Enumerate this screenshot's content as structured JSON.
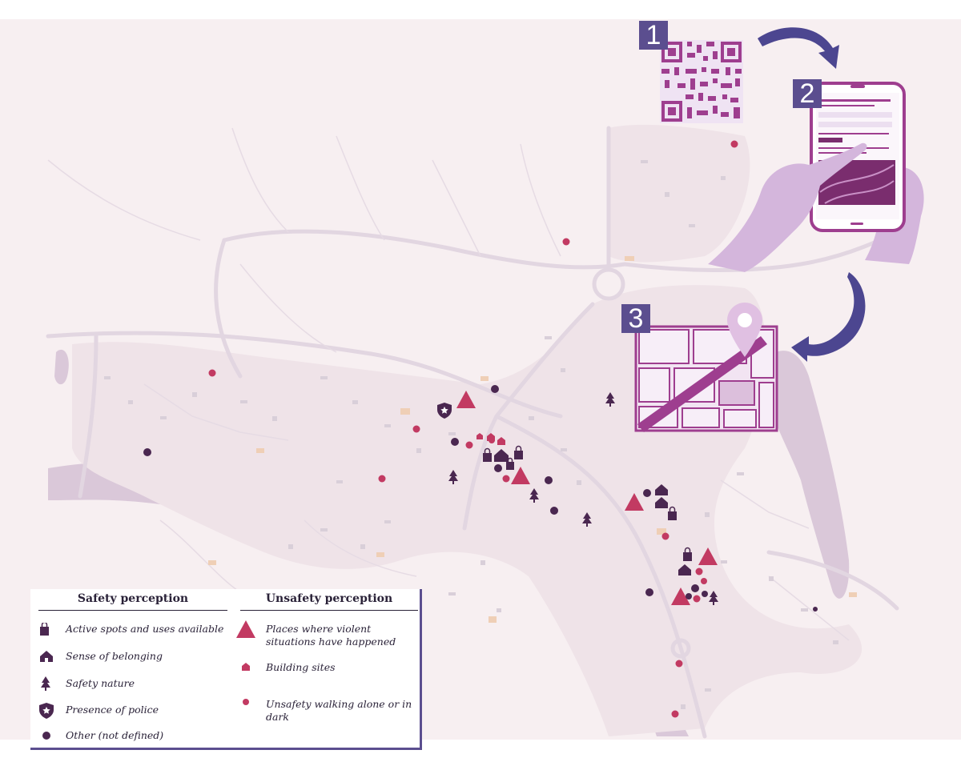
{
  "steps": [
    "1",
    "2",
    "3"
  ],
  "legend": {
    "safety_heading": "Safety perception",
    "unsafety_heading": "Unsafety perception",
    "safety_items": [
      {
        "icon": "shopping-bag-icon",
        "label": "Active spots and uses available"
      },
      {
        "icon": "house-icon",
        "label": "Sense of belonging"
      },
      {
        "icon": "tree-icon",
        "label": "Safety nature"
      },
      {
        "icon": "police-badge-icon",
        "label": "Presence of police"
      },
      {
        "icon": "dot-icon",
        "label": "Other (not defined)"
      }
    ],
    "unsafety_items": [
      {
        "icon": "triangle-icon",
        "label": "Places where violent situations have happened"
      },
      {
        "icon": "building-site-icon",
        "label": "Building sites"
      },
      {
        "icon": "small-dot-icon",
        "label": "Unsafety walking alone or in dark"
      }
    ]
  },
  "colors": {
    "background": "#f7eff1",
    "water": "#d9c7d8",
    "roads": "#e6dce6",
    "safety": "#4a2750",
    "unsafety": "#c23a62",
    "accent": "#5b4e8f",
    "panel": "#9e3e8f"
  }
}
